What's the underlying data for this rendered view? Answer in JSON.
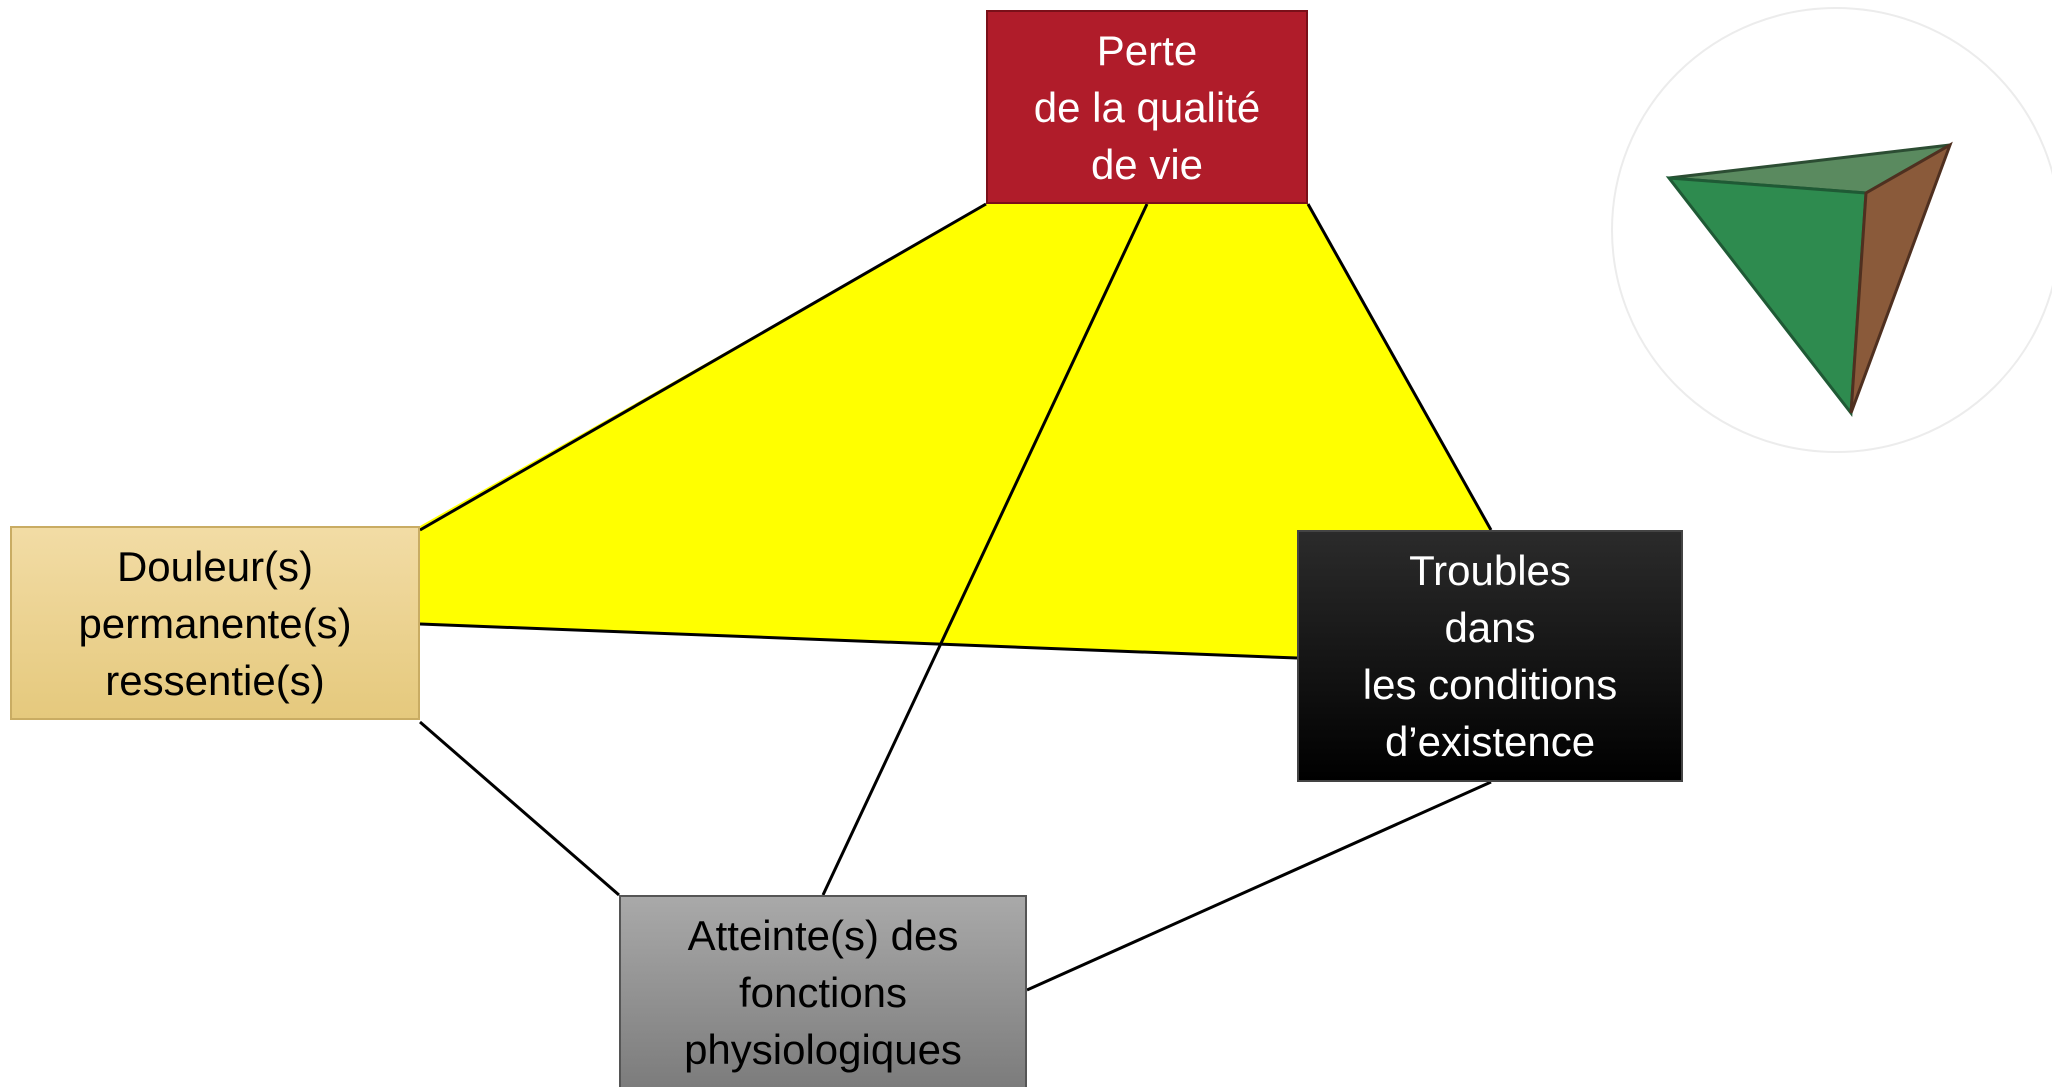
{
  "nodes": {
    "quality_of_life": {
      "lines": [
        "Perte",
        "de la qualité",
        "de vie"
      ],
      "color": "#b01c2a"
    },
    "pain": {
      "lines": [
        "Douleur(s)",
        "permanente(s)",
        "ressentie(s)"
      ],
      "color": "#eed79a"
    },
    "existence": {
      "lines": [
        "Troubles",
        "dans",
        "les conditions",
        "d’existence"
      ],
      "color": "#000000"
    },
    "functions": {
      "lines": [
        "Atteinte(s) des",
        "fonctions",
        "physiologiques"
      ],
      "color": "#8f8f8f"
    }
  },
  "colors": {
    "highlight_fill": "#ffff00",
    "edge": "#000000",
    "tetra_front": "#2e8b4f",
    "tetra_side": "#8a5a3a",
    "tetra_top": "#5a8a5f"
  },
  "icon": {
    "name": "tetrahedron-icon"
  }
}
